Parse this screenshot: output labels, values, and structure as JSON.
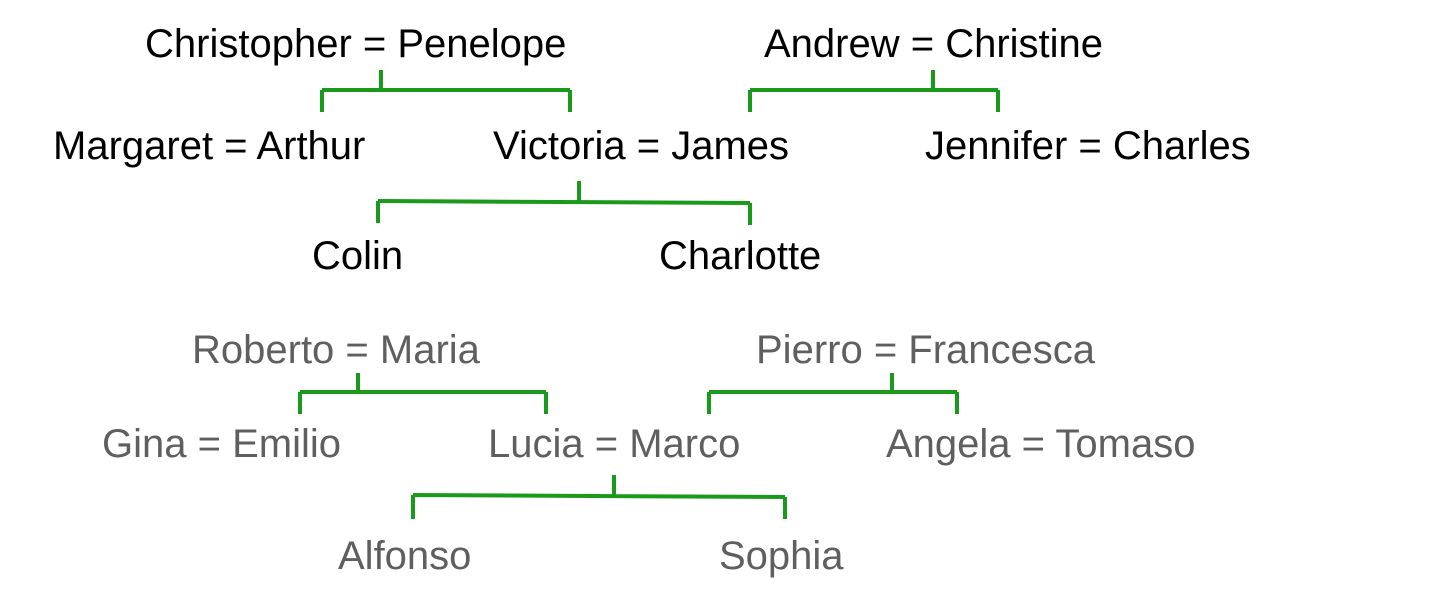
{
  "colors": {
    "connector": "#1a9a1a",
    "tree1_text": "#000000",
    "tree2_text": "#5f5f5f"
  },
  "trees": [
    {
      "id": "english",
      "text_color": "#000000",
      "labels": {
        "christopher_penelope": "Christopher = Penelope",
        "andrew_christine": "Andrew = Christine",
        "margaret_arthur": "Margaret = Arthur",
        "victoria_james": "Victoria = James",
        "jennifer_charles": "Jennifer = Charles",
        "colin": "Colin",
        "charlotte": "Charlotte"
      }
    },
    {
      "id": "italian",
      "text_color": "#5f5f5f",
      "labels": {
        "roberto_maria": "Roberto = Maria",
        "pierro_francesca": "Pierro = Francesca",
        "gina_emilio": "Gina = Emilio",
        "lucia_marco": "Lucia = Marco",
        "angela_tomaso": "Angela = Tomaso",
        "alfonso": "Alfonso",
        "sophia": "Sophia"
      }
    }
  ]
}
